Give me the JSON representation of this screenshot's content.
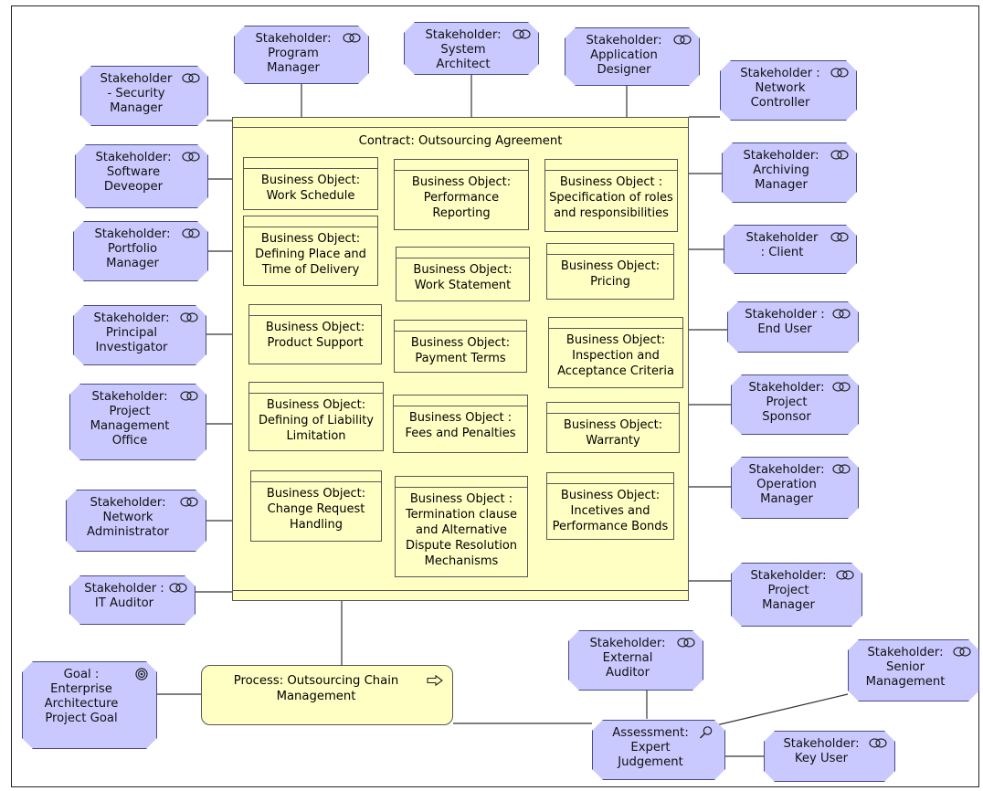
{
  "contract": {
    "title": "Contract: Outsourcing Agreement"
  },
  "stakeholders": {
    "program_manager": "Stakeholder:\nProgram\nManager",
    "system_architect": "Stakeholder:\nSystem\nArchitect",
    "application_designer": "Stakeholder:\nApplication\nDesigner",
    "security_manager": "Stakeholder\n- Security\nManager",
    "network_controller": "Stakeholder :\nNetwork\nController",
    "software_developer": "Stakeholder:\nSoftware\nDeveoper",
    "archiving_manager": "Stakeholder:\nArchiving\nManager",
    "portfolio_manager": "Stakeholder:\nPortfolio\nManager",
    "client": "Stakeholder\n: Client",
    "principal_investigator": "Stakeholder:\nPrincipal\nInvestigator",
    "end_user": "Stakeholder :\nEnd User",
    "pmo": "Stakeholder:\nProject\nManagement\nOffice",
    "project_sponsor": "Stakeholder:\nProject\nSponsor",
    "network_administrator": "Stakeholder:\nNetwork\nAdministrator",
    "operation_manager": "Stakeholder:\nOperation\nManager",
    "it_auditor": "Stakeholder :\nIT Auditor",
    "project_manager": "Stakeholder:\nProject\nManager",
    "external_auditor": "Stakeholder:\nExternal\nAuditor",
    "senior_management": "Stakeholder:\nSenior\nManagement",
    "key_user": "Stakeholder:\nKey User"
  },
  "business_objects": {
    "work_schedule": "Business Object:\nWork Schedule",
    "performance_reporting": "Business Object:\nPerformance\nReporting",
    "roles": "Business Object :\nSpecification of roles\nand responsibilities",
    "place_time": "Business Object:\nDefining Place and\nTime of Delivery",
    "work_statement": "Business Object:\nWork Statement",
    "pricing": "Business Object:\nPricing",
    "product_support": "Business Object:\nProduct Support",
    "payment_terms": "Business Object:\nPayment Terms",
    "inspection": "Business Object:\nInspection and\nAcceptance Criteria",
    "liability": "Business Object:\nDefining of  Liability\nLimitation",
    "fees": "Business Object :\nFees and Penalties",
    "warranty": "Business Object:\nWarranty",
    "change_request": "Business Object:\nChange Request\nHandling",
    "termination": "Business Object :\nTermination clause\nand Alternative\nDispute Resolution\nMechanisms",
    "incentives": "Business Object:\nIncetives and\nPerformance Bonds"
  },
  "process": {
    "label": "Process: Outsourcing Chain\nManagement"
  },
  "goal": {
    "label": "Goal :\nEnterprise\nArchitecture\nProject Goal"
  },
  "assessment": {
    "label": "Assessment:\nExpert\nJudgement"
  },
  "colors": {
    "stakeholder_fill": "#c9c9ff",
    "object_fill": "#ffffc4",
    "border": "#555555"
  },
  "icons": {
    "stakeholder": "role-icon",
    "goal": "target-icon",
    "assessment": "magnifier-icon",
    "process": "arrow-right-icon"
  }
}
